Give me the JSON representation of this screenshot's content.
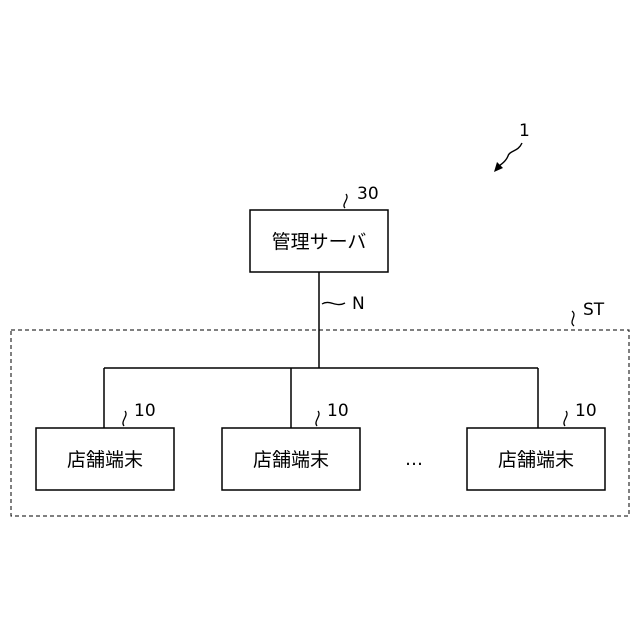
{
  "system_ref": "1",
  "server": {
    "label": "管理サーバ",
    "ref": "30"
  },
  "network_ref": "N",
  "store_group_ref": "ST",
  "terminals": [
    {
      "label": "店舗端末",
      "ref": "10"
    },
    {
      "label": "店舗端末",
      "ref": "10"
    },
    {
      "label": "店舗端末",
      "ref": "10"
    }
  ],
  "ellipsis": "…",
  "colors": {
    "line": "#000000",
    "background": "#ffffff"
  }
}
